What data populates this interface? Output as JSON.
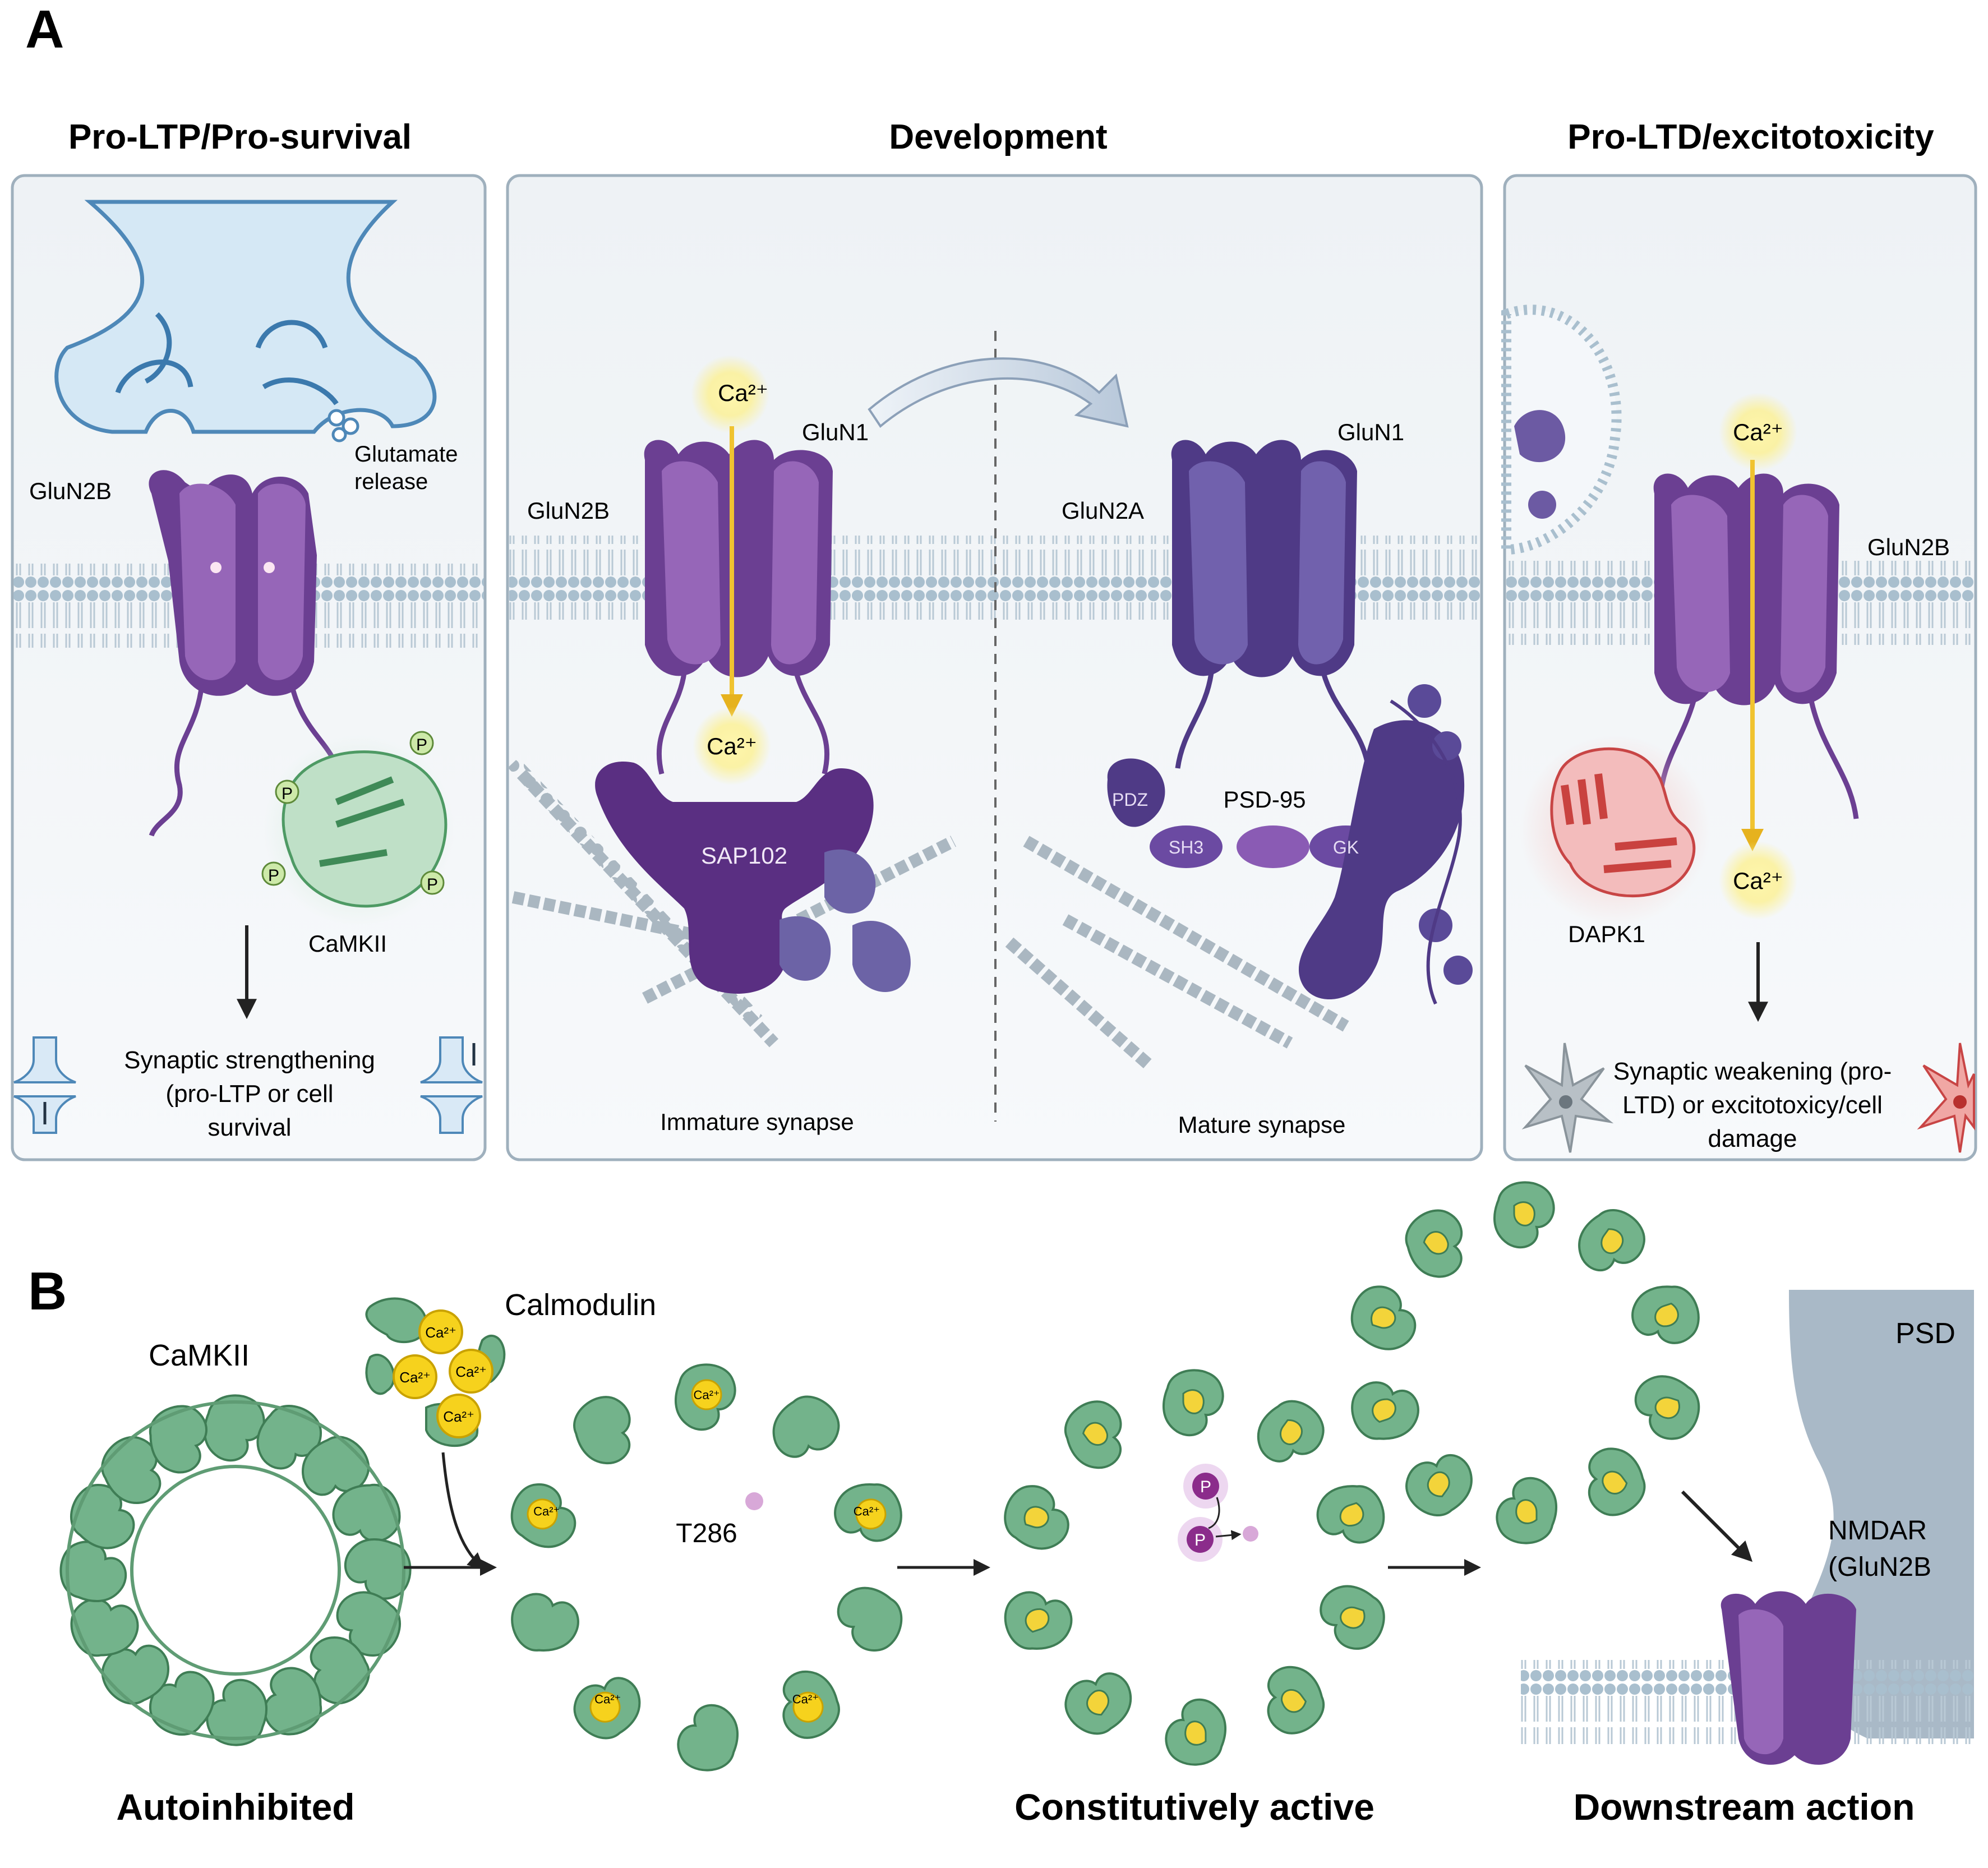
{
  "panel_a": {
    "letter": "A",
    "left": {
      "title": "Pro-LTP/Pro-survival",
      "receptor": "GluN2B",
      "glutamate_1": "Glutamate",
      "glutamate_2": "release",
      "kinase": "CaMKII",
      "phospho": "P",
      "outcome_1": "Synaptic strengthening",
      "outcome_2": "(pro-LTP or cell",
      "outcome_3": "survival"
    },
    "middle": {
      "title": "Development",
      "immature": {
        "ca_top": "Ca²⁺",
        "ca_bottom": "Ca²⁺",
        "glun1": "GluN1",
        "glun2": "GluN2B",
        "scaffold": "SAP102",
        "caption": "Immature synapse"
      },
      "mature": {
        "glun1": "GluN1",
        "glun2": "GluN2A",
        "scaffold": "PSD-95",
        "pdz": "PDZ",
        "sh3": "SH3",
        "gk": "GK",
        "caption": "Mature synapse"
      }
    },
    "right": {
      "title": "Pro-LTD/excitotoxicity",
      "ca_top": "Ca²⁺",
      "ca_bottom": "Ca²⁺",
      "receptor": "GluN2B",
      "kinase": "DAPK1",
      "outcome_1": "Synaptic weakening (pro-",
      "outcome_2": "LTD) or excitotoxicy/cell",
      "outcome_3": "damage"
    }
  },
  "panel_b": {
    "letter": "B",
    "camkii": "CaMKII",
    "calmodulin": "Calmodulin",
    "ca": "Ca²⁺",
    "t286": "T286",
    "phospho": "P",
    "psd": "PSD",
    "nmdar_1": "NMDAR",
    "nmdar_2": "(GluN2B",
    "stage_1": "Autoinhibited",
    "stage_2": "Constitutively active",
    "stage_3": "Downstream action"
  },
  "colors": {
    "receptor_purple": "#7b4fa0",
    "receptor_dark": "#4f2f77",
    "camkii_green": "#6fae83",
    "ca_yellow": "#f5d31c",
    "dapk1_red": "#d9504f",
    "membrane_blue": "#9fb6c6",
    "panel_border": "#9fb0bd"
  }
}
